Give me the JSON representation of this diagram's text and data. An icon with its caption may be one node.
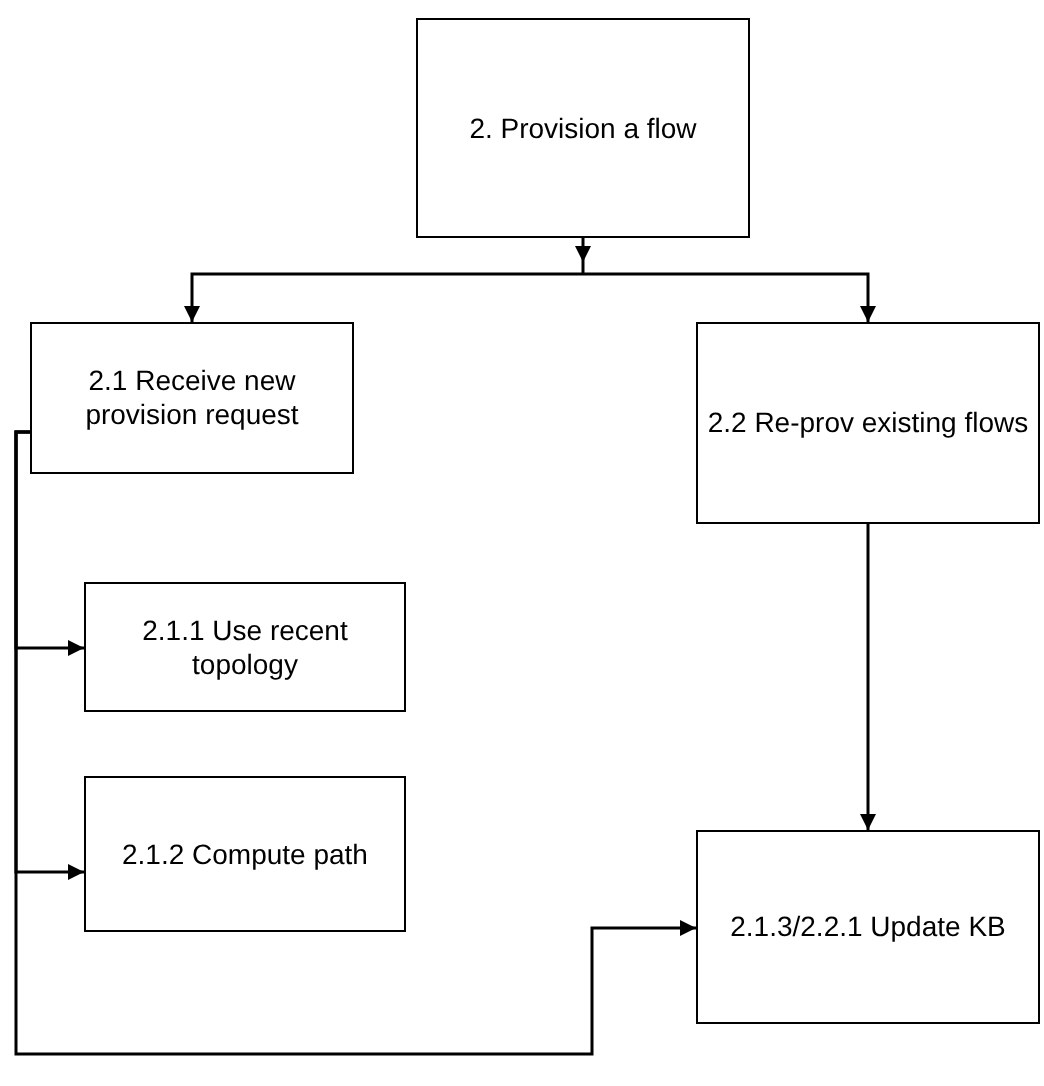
{
  "diagram": {
    "nodes": [
      {
        "text": [
          "2. Provision a flow"
        ]
      },
      {
        "text": [
          "2.1 Receive new provision request"
        ]
      },
      {
        "text": [
          "2.2 Re-prov existing flows"
        ]
      },
      {
        "text": [
          "2.1.1 Use recent topology"
        ]
      },
      {
        "text": [
          "2.1.2 Compute path"
        ]
      },
      {
        "text": [
          "2.1.3/2.2.1 Update KB"
        ]
      }
    ],
    "edges": [
      {
        "from": 0,
        "to": 1,
        "arrow": "to"
      },
      {
        "from": 0,
        "to": 2,
        "arrow": "to"
      },
      {
        "from": 1,
        "to": 3,
        "arrow": "to"
      },
      {
        "from": 1,
        "to": 4,
        "arrow": "to"
      },
      {
        "from": 1,
        "to": 5,
        "arrow": "to"
      },
      {
        "from": 2,
        "to": 5,
        "arrow": "to"
      }
    ]
  }
}
